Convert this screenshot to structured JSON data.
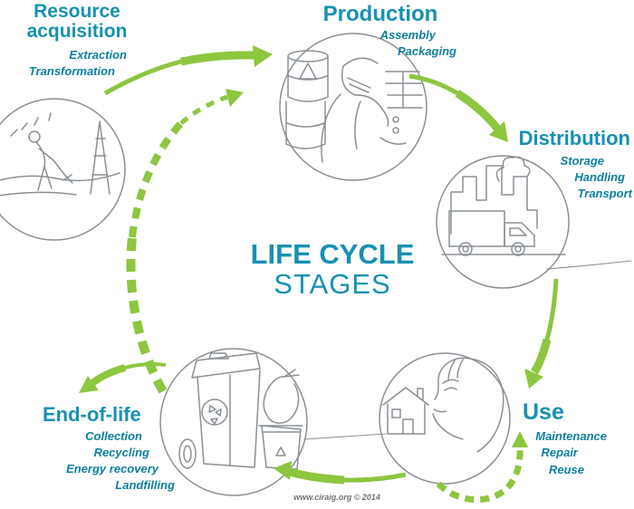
{
  "colors": {
    "heading_teal": "#1791B2",
    "sub_teal": "#0E7F9F",
    "arrow_green": "#8DC63F",
    "line_gray": "#8A9096",
    "footer_gray": "#6E7276"
  },
  "center_title": {
    "line1": "LIFE CYCLE",
    "line2": "STAGES"
  },
  "stages": [
    {
      "label": "Resource acquisition",
      "icon": "mining-scene",
      "subs": [
        "Extraction",
        "Transformation"
      ]
    },
    {
      "label": "Production",
      "icon": "factory-worker-with-barrels",
      "subs": [
        "Assembly",
        "Packaging"
      ]
    },
    {
      "label": "Distribution",
      "icon": "truck-and-city-skyline",
      "subs": [
        "Storage",
        "Handling",
        "Transport"
      ]
    },
    {
      "label": "Use",
      "icon": "person-face-and-house",
      "subs": [
        "Maintenance",
        "Repair",
        "Reuse"
      ]
    },
    {
      "label": "End-of-life",
      "icon": "waste-bins-and-bag",
      "subs": [
        "Collection",
        "Recycling",
        "Energy recovery",
        "Landfilling"
      ]
    }
  ],
  "flow": {
    "arrows": [
      {
        "from": "Resource acquisition",
        "to": "Production",
        "style": "solid"
      },
      {
        "from": "Production",
        "to": "Distribution",
        "style": "solid"
      },
      {
        "from": "Distribution",
        "to": "Use",
        "style": "solid"
      },
      {
        "from": "Use",
        "to": "End-of-life",
        "style": "solid"
      },
      {
        "from": "End-of-life bin",
        "to": "End-of-life label",
        "style": "solid"
      },
      {
        "from": "End-of-life",
        "to": "Production",
        "style": "dashed"
      },
      {
        "from": "Use",
        "to": "Use",
        "style": "dashed"
      }
    ]
  },
  "footer": "www.ciraig.org © 2014"
}
